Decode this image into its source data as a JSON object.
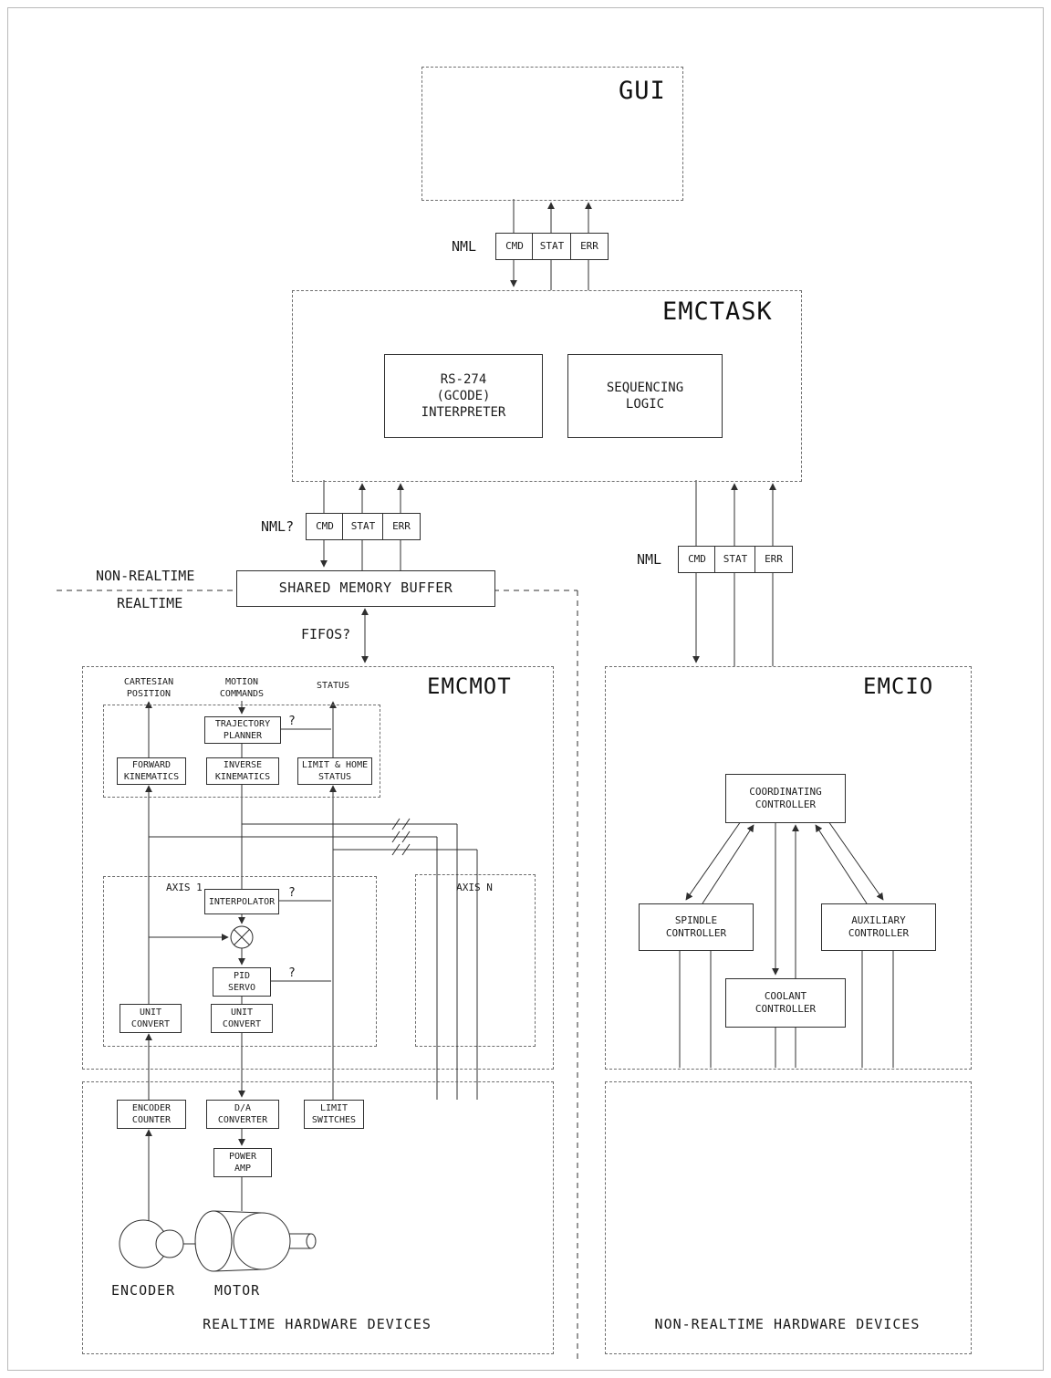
{
  "titles": {
    "gui": "GUI",
    "emctask": "EMCTASK",
    "emcmot": "EMCMOT",
    "emcio": "EMCIO"
  },
  "nml": {
    "label_top": "NML",
    "label_left": "NML?",
    "label_right": "NML",
    "cmd": "CMD",
    "stat": "STAT",
    "err": "ERR"
  },
  "emctask": {
    "interpreter": "RS-274\n(GCODE)\nINTERPRETER",
    "sequencing": "SEQUENCING\nLOGIC"
  },
  "buffer": {
    "label": "SHARED MEMORY BUFFER",
    "fifos": "FIFOS?",
    "non_realtime": "NON-REALTIME",
    "realtime": "REALTIME"
  },
  "emcmot": {
    "col_cartesian": "CARTESIAN\nPOSITION",
    "col_motion": "MOTION\nCOMMANDS",
    "col_status": "STATUS",
    "trajectory": "TRAJECTORY\nPLANNER",
    "forward": "FORWARD\nKINEMATICS",
    "inverse": "INVERSE\nKINEMATICS",
    "limit_home": "LIMIT & HOME\nSTATUS",
    "axis1": "AXIS 1",
    "axisn": "AXIS N",
    "interpolator": "INTERPOLATOR",
    "pid": "PID\nSERVO",
    "unit_convert": "UNIT\nCONVERT",
    "question": "?"
  },
  "emcio": {
    "coordinating": "COORDINATING\nCONTROLLER",
    "spindle": "SPINDLE\nCONTROLLER",
    "auxiliary": "AUXILIARY\nCONTROLLER",
    "coolant": "COOLANT\nCONTROLLER"
  },
  "hardware": {
    "encoder_counter": "ENCODER\nCOUNTER",
    "da_converter": "D/A\nCONVERTER",
    "limit_switches": "LIMIT\nSWITCHES",
    "power_amp": "POWER\nAMP",
    "encoder": "ENCODER",
    "motor": "MOTOR",
    "realtime_title": "REALTIME HARDWARE DEVICES",
    "nonrealtime_title": "NON-REALTIME HARDWARE DEVICES"
  }
}
